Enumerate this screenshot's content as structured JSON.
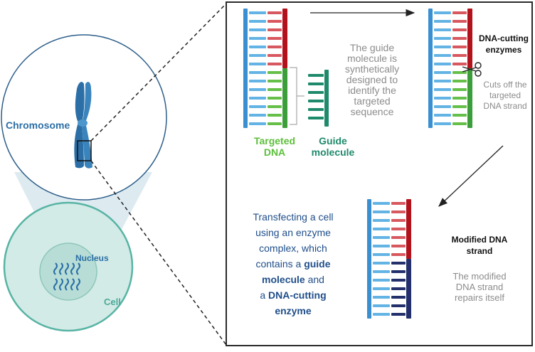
{
  "colors": {
    "backbone_blue": "#3a8fd0",
    "base_blue": "#63b4e4",
    "base_red": "#d8585f",
    "backbone_red": "#b2121b",
    "green_light": "#65bf49",
    "green_dark": "#3c9e3a",
    "guide_teal": "#1f8a6b",
    "navy": "#23306b",
    "chromosome": "#2b6fa6",
    "cell_fill": "#d3ebe7",
    "cell_border": "#58b4a4",
    "nucleus_fill": "#b8ddd6",
    "text_blue": "#1f4e8a"
  },
  "labels": {
    "chromosome": "Chromosome",
    "nucleus": "Nucleus",
    "cell": "Cell",
    "targeted_dna": [
      "Targeted",
      "DNA"
    ],
    "guide_molecule": [
      "Guide",
      "molecule"
    ],
    "guide_description": [
      "The guide",
      "molecule is",
      "synthetically",
      "designed to",
      "identify the",
      "targeted",
      "sequence"
    ],
    "dna_cutting_enzymes": [
      "DNA-cutting",
      "enzymes"
    ],
    "cuts_off": [
      "Cuts off the",
      "targeted",
      "DNA strand"
    ],
    "modified_dna": [
      "Modified DNA",
      "strand"
    ],
    "repairs": [
      "The modified",
      "DNA strand",
      "repairs itself"
    ],
    "transfecting_lines": [
      [
        {
          "t": "Transfecting a cell",
          "b": false
        }
      ],
      [
        {
          "t": "using an enzyme",
          "b": false
        }
      ],
      [
        {
          "t": "complex, which",
          "b": false
        }
      ],
      [
        {
          "t": "contains a ",
          "b": false
        },
        {
          "t": "guide",
          "b": true
        }
      ],
      [
        {
          "t": "molecule",
          "b": true
        },
        {
          "t": " and",
          "b": false
        }
      ],
      [
        {
          "t": "a ",
          "b": false
        },
        {
          "t": "DNA-cutting",
          "b": true
        }
      ],
      [
        {
          "t": "enzyme",
          "b": true
        }
      ]
    ]
  }
}
